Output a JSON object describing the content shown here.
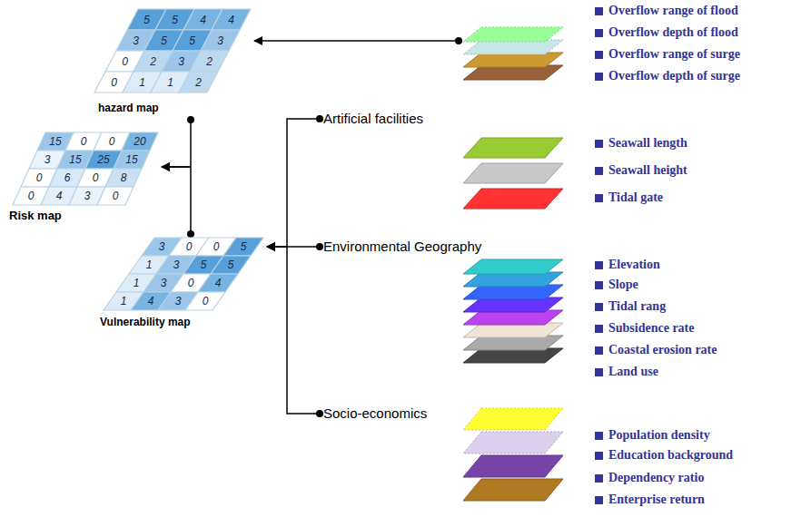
{
  "diagram": {
    "nodes": [
      {
        "text": [
          "hazard map"
        ]
      },
      {
        "text": [
          "Risk map"
        ]
      },
      {
        "text": [
          "Vulnerability map"
        ]
      },
      {
        "text": [
          "Overflow range of flood",
          "Overflow depth of flood",
          "Overflow range of surge",
          "Overflow depth of surge"
        ]
      },
      {
        "text": [
          "Artificial facilities"
        ]
      },
      {
        "text": [
          "Seawall length",
          "Seawall height",
          "Tidal gate"
        ]
      },
      {
        "text": [
          "Environmental Geography"
        ]
      },
      {
        "text": [
          "Elevation",
          "Slope",
          "Tidal rang",
          "Subsidence rate",
          "Coastal erosion rate",
          "Land use"
        ]
      },
      {
        "text": [
          "Socio-economics"
        ]
      },
      {
        "text": [
          "Population density",
          "Education background",
          "Dependency ratio",
          "Enterprise return"
        ]
      }
    ],
    "edges": [
      {
        "from": 3,
        "to": 0,
        "arrow": "to"
      },
      {
        "from": 0,
        "to": 1,
        "arrow": "to"
      },
      {
        "from": 2,
        "to": 1,
        "arrow": "to"
      },
      {
        "from": 4,
        "to": 2,
        "arrow": "to"
      },
      {
        "from": 6,
        "to": 2,
        "arrow": "to"
      },
      {
        "from": 8,
        "to": 2,
        "arrow": "to"
      }
    ],
    "labels": [
      "5",
      "5",
      "4",
      "4",
      "3",
      "5",
      "5",
      "3",
      "0",
      "2",
      "3",
      "2",
      "0",
      "1",
      "1",
      "2",
      "15",
      "0",
      "0",
      "20",
      "3",
      "15",
      "25",
      "15",
      "0",
      "6",
      "0",
      "8",
      "0",
      "4",
      "3",
      "0",
      "3",
      "0",
      "0",
      "5",
      "1",
      "3",
      "5",
      "5",
      "1",
      "3",
      "0",
      "4",
      "1",
      "4",
      "3",
      "0"
    ]
  }
}
